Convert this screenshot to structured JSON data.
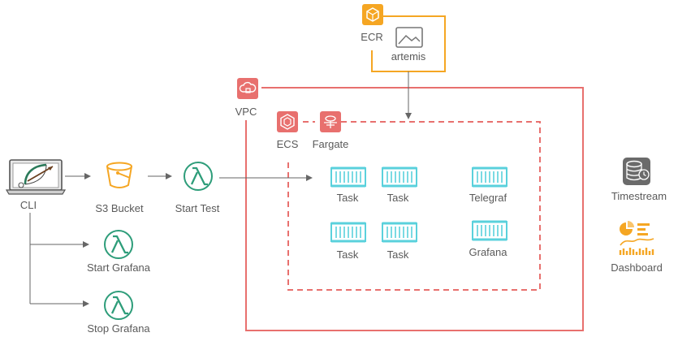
{
  "colors": {
    "ecr_border": "#f5a623",
    "vpc_border": "#e8706e",
    "ecs_dash": "#e8706e",
    "lambda": "#2e9d7a",
    "s3": "#f5a623",
    "task": "#5ad1dc",
    "arrow": "#666666",
    "timestream": "#6b6b6b",
    "dashboard": "#f5a623"
  },
  "nodes": {
    "ecr": "ECR",
    "artemis": "artemis",
    "vpc": "VPC",
    "ecs": "ECS",
    "fargate": "Fargate",
    "cli": "CLI",
    "s3": "S3 Bucket",
    "start_test": "Start Test",
    "start_grafana": "Start Grafana",
    "stop_grafana": "Stop Grafana",
    "task_1": "Task",
    "task_2": "Task",
    "task_3": "Task",
    "task_4": "Task",
    "telegraf": "Telegraf",
    "grafana": "Grafana",
    "timestream": "Timestream",
    "dashboard": "Dashboard"
  }
}
